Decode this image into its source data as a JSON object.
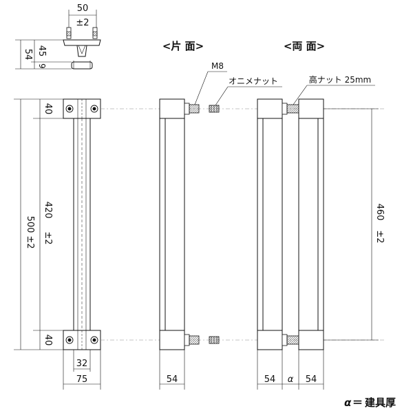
{
  "headers": {
    "one_side": "<片 面>",
    "both_sides": "<両 面>"
  },
  "callouts": {
    "m8": "M8",
    "onie_nut": "オニメナット",
    "tall_nut": "高ナット 25mm"
  },
  "top_view": {
    "width": "50",
    "tol": "±2",
    "h54": "54",
    "h45": "45",
    "h9": "9"
  },
  "front_view": {
    "total": "500",
    "total_tol": "±2",
    "mid": "420",
    "mid_tol": "±2",
    "top": "40",
    "bottom": "40",
    "inner": "32",
    "width": "75"
  },
  "side_one": {
    "depth": "54"
  },
  "side_both": {
    "depth_left": "54",
    "alpha": "α",
    "depth_right": "54",
    "height": "460",
    "height_tol": "±2"
  },
  "footnote": {
    "alpha": "α",
    "eq": "＝",
    "text": "建具厚"
  }
}
